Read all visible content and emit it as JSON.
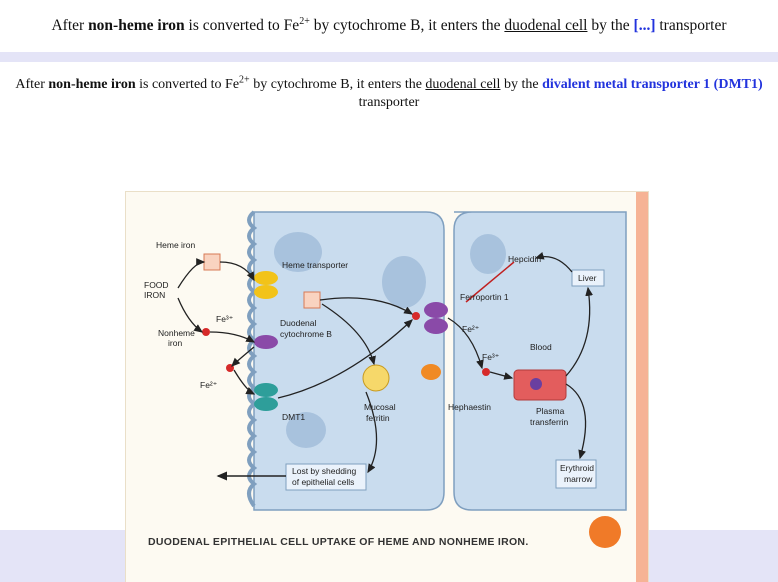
{
  "front": {
    "pre": "After ",
    "bold1": "non-heme iron",
    "mid1": " is converted to Fe",
    "sup": "2+",
    "mid2": " by cytochrome B, it enters the ",
    "underline": "duodenal cell",
    "mid3": " by the ",
    "cloze": "[...]",
    "post": " transporter"
  },
  "back": {
    "pre": "After ",
    "bold1": "non-heme iron",
    "mid1": " is converted to Fe",
    "sup": "2+",
    "mid2": " by cytochrome B, it enters the ",
    "underline": "duodenal cell",
    "mid3": " by the ",
    "answer": "divalent metal transporter 1 (DMT1)",
    "post": " transporter"
  },
  "figure": {
    "caption": "Duodenal epithelial cell uptake of heme and nonheme iron.",
    "labels": {
      "heme_iron": "Heme iron",
      "food": "FOOD",
      "iron": "IRON",
      "nonheme": "Nonheme",
      "nonheme_iron": "iron",
      "fe3_a": "Fe³⁺",
      "fe2_a": "Fe²⁺",
      "heme_transporter": "Heme transporter",
      "duodenal": "Duodenal",
      "cytochrome_b": "cytochrome B",
      "dmt1": "DMT1",
      "mucosal": "Mucosal",
      "ferritin": "ferritin",
      "ferroportin": "Ferroportin 1",
      "fe2_b": "Fe²⁺",
      "fe3_b": "Fe³⁺",
      "hephaestin": "Hephaestin",
      "hepcidin": "Hepcidin",
      "liver": "Liver",
      "blood": "Blood",
      "plasma": "Plasma",
      "transferrin": "transferrin",
      "shedding1": "Lost by shedding",
      "shedding2": "of epithelial cells",
      "erythroid": "Erythroid",
      "marrow": "marrow"
    }
  }
}
